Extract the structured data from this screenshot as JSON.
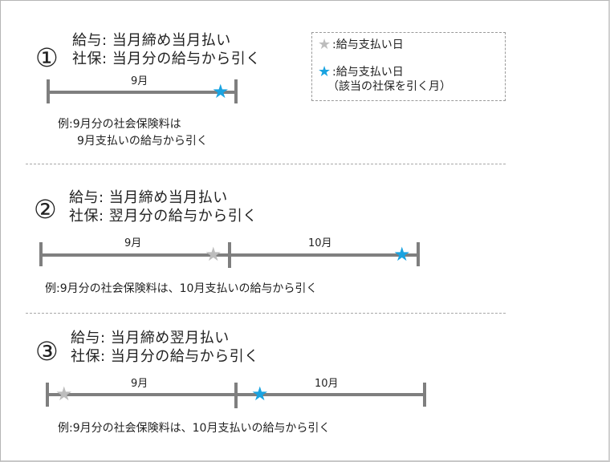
{
  "colors": {
    "gray_star": "#bdbdbd",
    "blue_star": "#1aa3e0",
    "bar": "#7f7f7f"
  },
  "legend": {
    "gray_star_icon": "★",
    "gray_label": ":給与支払い日",
    "blue_star_icon": "★",
    "blue_label": ":給与支払い日",
    "blue_note": "（該当の社保を引く月）"
  },
  "cases": [
    {
      "number": "①",
      "salary": "給与:  当月締め当月払い",
      "insurance": "社保:  当月分の給与から引く",
      "months": [
        "9月"
      ],
      "example_line1": "例:9月分の社会保険料は",
      "example_line2": "9月支払いの給与から引く",
      "blue_star": "★"
    },
    {
      "number": "②",
      "salary": "給与:  当月締め当月払い",
      "insurance": "社保:  翌月分の給与から引く",
      "months": [
        "9月",
        "10月"
      ],
      "example": "例:9月分の社会保険料は、10月支払いの給与から引く",
      "gray_star": "★",
      "blue_star": "★"
    },
    {
      "number": "③",
      "salary": "給与:  当月締め翌月払い",
      "insurance": "社保:  当月分の給与から引く",
      "months": [
        "9月",
        "10月"
      ],
      "example": "例:9月分の社会保険料は、10月支払いの給与から引く",
      "gray_star": "★",
      "blue_star": "★"
    }
  ]
}
